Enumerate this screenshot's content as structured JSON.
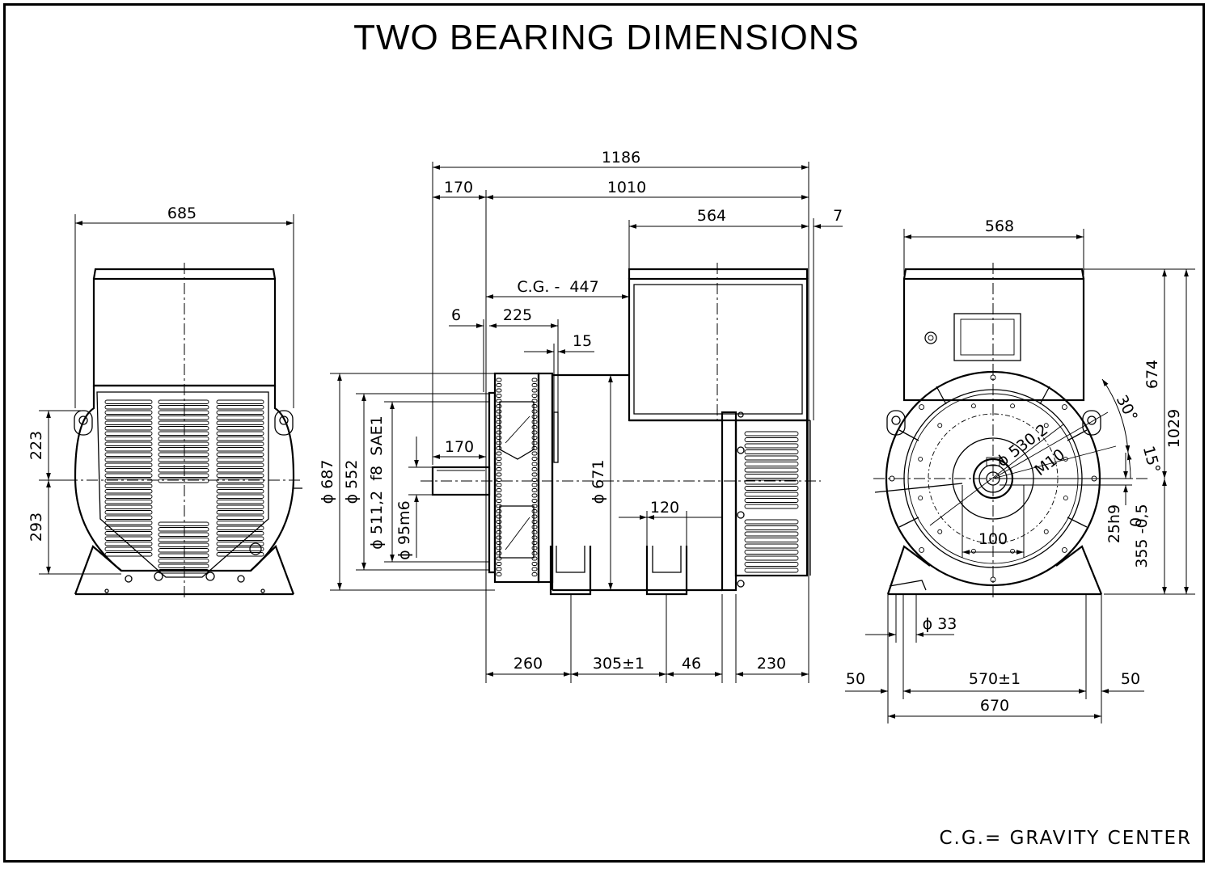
{
  "title": "TWO BEARING DIMENSIONS",
  "footnote": "C.G.= GRAVITY CENTER",
  "front_view": {
    "width": "685",
    "upper_height": "223",
    "lower_height": "293"
  },
  "side_view": {
    "overall_length": "1186",
    "flange_offset": "170",
    "body_length": "1010",
    "terminal_box_length": "564",
    "end_offset": "7",
    "cg": "C.G. -  447",
    "small_offset": "6",
    "fan_width": "225",
    "flange_thickness": "15",
    "shaft_length": "170",
    "dia_687": "ϕ 687",
    "dia_552": "ϕ 552",
    "dia_sae": "ϕ 511,2  f8  SAE1",
    "dia_shaft": "ϕ 95m6",
    "dia_671": "ϕ 671",
    "foot_width": "120",
    "dim_260": "260",
    "dim_305": "305±1",
    "dim_46": "46",
    "dim_230": "230"
  },
  "end_view": {
    "width": "568",
    "height_674": "674",
    "height_1029": "1029",
    "pcd": "ϕ 530,2",
    "thread": "M10",
    "angle_30": "30°",
    "angle_15": "15°",
    "key": "25h9",
    "shaft_height_tol": "0",
    "shaft_height": "355 -0,5",
    "key_length": "100",
    "hole_dia": "ϕ 33",
    "foot_offset_left": "50",
    "foot_span": "570±1",
    "foot_offset_right": "50",
    "base_width": "670"
  }
}
